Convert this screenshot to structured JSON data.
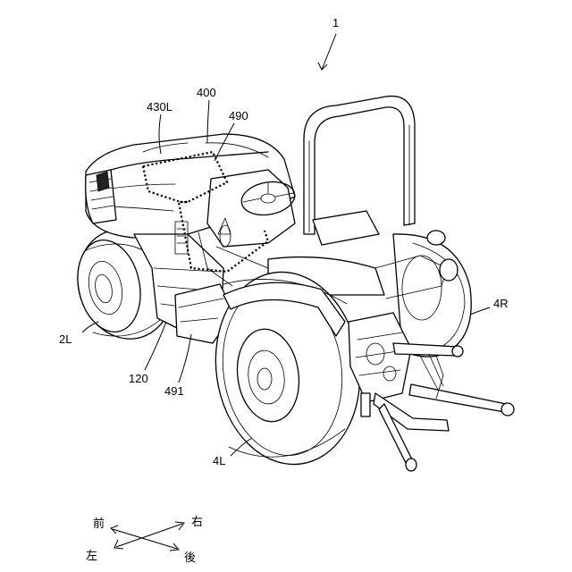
{
  "figure": {
    "reference_labels": {
      "assembly": "1",
      "bonnet": "400",
      "bonnet_left_part": "430L",
      "dashed_region": "490",
      "front_left_wheel": "2L",
      "body_frame": "120",
      "step_part": "491",
      "rear_left_wheel": "4L",
      "rear_right_wheel": "4R"
    },
    "direction_indicator": {
      "front": "前",
      "right": "右",
      "left": "左",
      "rear": "後"
    }
  }
}
